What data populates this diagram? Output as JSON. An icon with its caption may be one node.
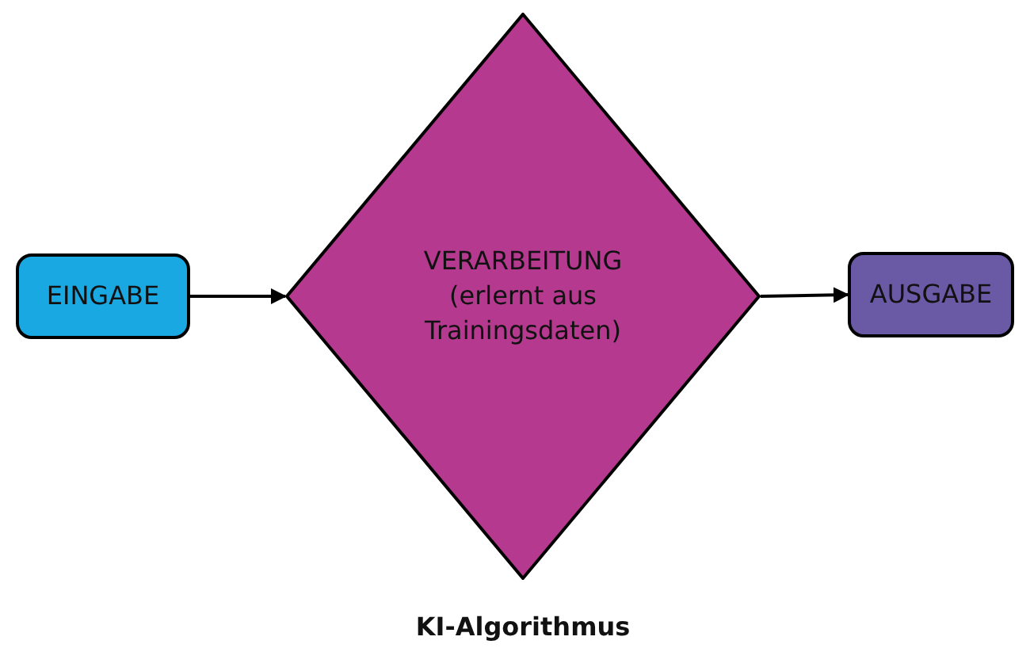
{
  "diagram": {
    "nodes": [
      {
        "text": [
          "EINGABE"
        ]
      },
      {
        "text": [
          "VERARBEITUNG",
          "(erlernt aus Trainingsdaten)"
        ],
        "beside": [
          "KI-Algorithmus"
        ]
      },
      {
        "text": [
          "AUSGABE"
        ]
      }
    ],
    "edges": [
      {
        "from": 0,
        "to": 1,
        "arrow": "to"
      },
      {
        "from": 1,
        "to": 2,
        "arrow": "to"
      }
    ]
  }
}
